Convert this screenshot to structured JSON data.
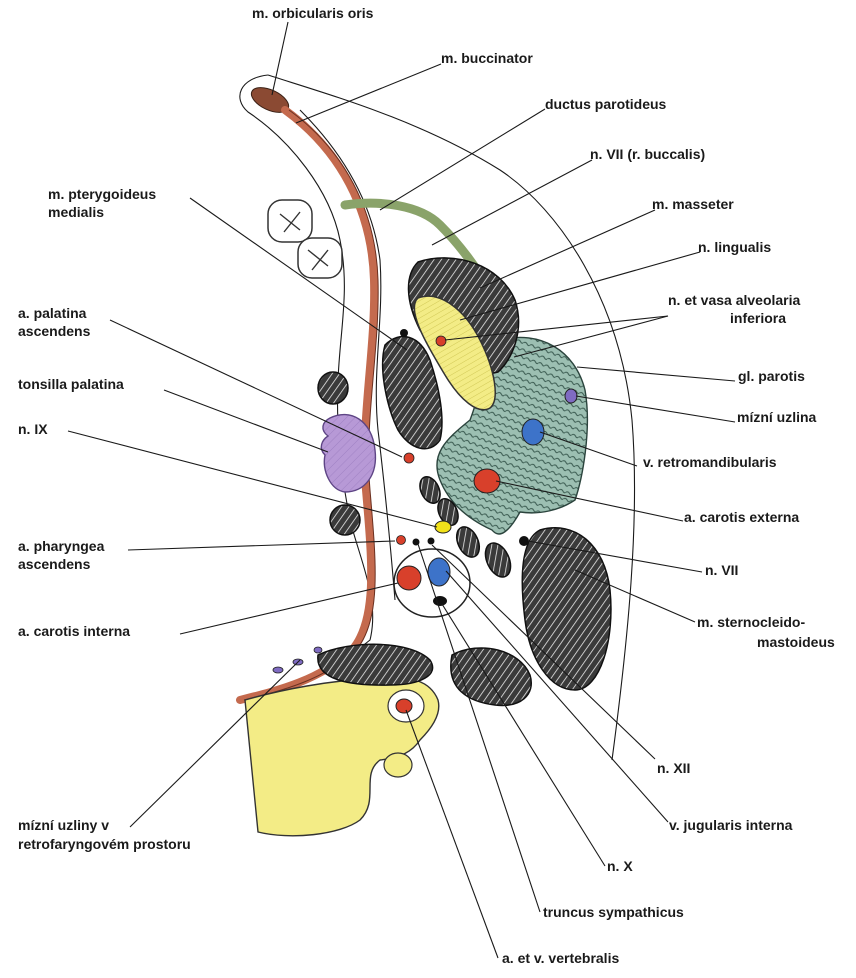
{
  "labels": {
    "orbicularis_oris": "m. orbicularis oris",
    "buccinator": "m. buccinator",
    "ductus_parotideus": "ductus parotideus",
    "n_vii_buccalis": "n. VII (r. buccalis)",
    "masseter": "m. masseter",
    "pterygoideus_1": "m. pterygoideus",
    "pterygoideus_2": "medialis",
    "lingualis": "n. lingualis",
    "alveolaria_1": "n. et vasa alveolaria",
    "alveolaria_2": "inferiora",
    "palatina_1": "a. palatina",
    "palatina_2": "ascendens",
    "parotis": "gl. parotis",
    "tonsilla": "tonsilla palatina",
    "mizni_uzlina": "mízní uzlina",
    "n_ix": "n. IX",
    "retromandibularis": "v. retromandibularis",
    "carotis_externa": "a. carotis externa",
    "pharyngea_1": "a. pharyngea",
    "pharyngea_2": "ascendens",
    "n_vii": "n. VII",
    "carotis_interna": "a. carotis interna",
    "scm_1": "m. sternocleido-",
    "scm_2": "mastoideus",
    "n_xii": "n. XII",
    "uzliny_1": "mízní uzliny v",
    "uzliny_2": "retrofaryngovém prostoru",
    "jugularis": "v. jugularis interna",
    "n_x": "n. X",
    "truncus": "truncus sympathicus",
    "vertebralis": "a. et v. vertebralis"
  },
  "colors": {
    "muscle_red": "#c46a4e",
    "duct_green": "#8aa36a",
    "parotid_teal": "#9cbfb2",
    "bone_yellow": "#f3ec86",
    "artery_red": "#d8402b",
    "vein_blue": "#3d73c9",
    "tonsil_purple": "#b799d6",
    "nerve_yellow": "#f2e21a"
  }
}
